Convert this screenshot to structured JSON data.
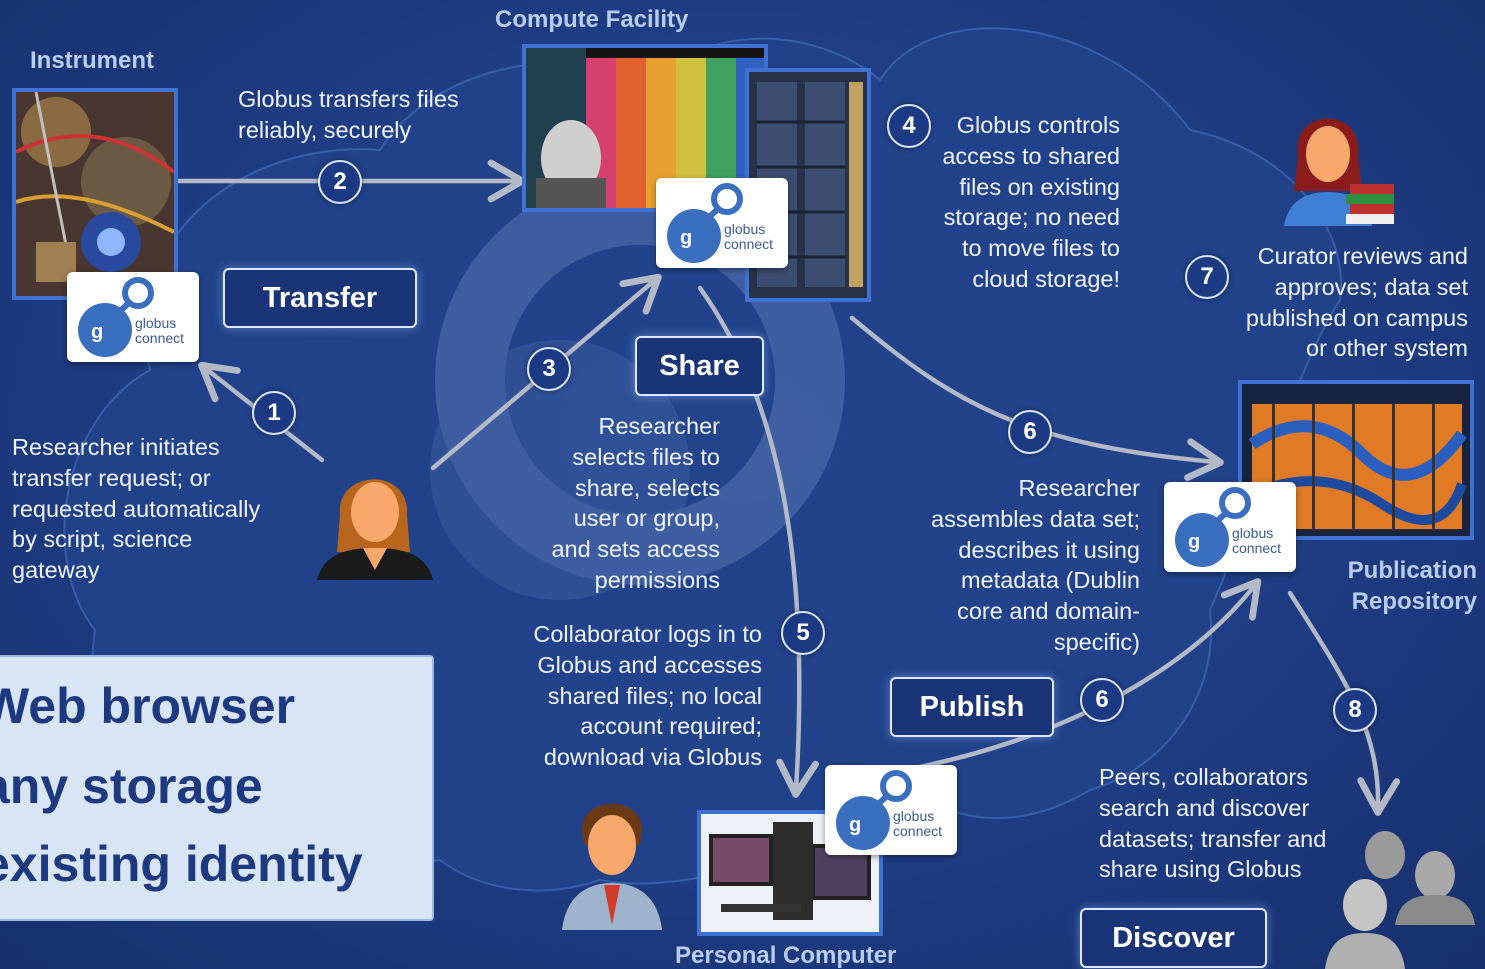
{
  "nodes": {
    "instrument": "Instrument",
    "compute_facility": "Compute Facility",
    "publication_repository_line1": "Publication",
    "publication_repository_line2": "Repository",
    "personal_computer": "Personal Computer"
  },
  "globus_logo": {
    "word1": "globus",
    "word2": "connect"
  },
  "actions": {
    "transfer": "Transfer",
    "share": "Share",
    "publish": "Publish",
    "discover": "Discover"
  },
  "steps": {
    "n1": "1",
    "n2": "2",
    "n3": "3",
    "n4": "4",
    "n5": "5",
    "n6a": "6",
    "n6b": "6",
    "n7": "7",
    "n8": "8"
  },
  "notes": {
    "step2": [
      "Globus transfers files",
      "reliably, securely"
    ],
    "step1": [
      "Researcher initiates",
      "transfer request; or",
      "requested automatically",
      "by script, science",
      "gateway"
    ],
    "step3": [
      "Researcher",
      "selects files to",
      "share, selects",
      "user or group,",
      "and sets access",
      "permissions"
    ],
    "step4": [
      "Globus controls",
      "access to shared",
      "files on existing",
      "storage; no need",
      "to move files to",
      "cloud storage!"
    ],
    "step5": [
      "Collaborator logs in to",
      "Globus and accesses",
      "shared files; no local",
      "account required;",
      "download via Globus"
    ],
    "step6": [
      "Researcher",
      "assembles data set;",
      "describes it using",
      "metadata (Dublin",
      "core and domain-",
      "specific)"
    ],
    "step7": [
      "Curator reviews and",
      "approves; data set",
      "published on campus",
      "or other system"
    ],
    "step8": [
      "Peers, collaborators",
      "search and discover",
      "datasets; transfer and",
      "share using Globus"
    ]
  },
  "web_box": {
    "line1": "Web browser",
    "line2": "any storage",
    "line3": "existing identity"
  },
  "colors": {
    "background": "#1f3c82",
    "accent": "#3f72d3",
    "title": "#b9cdf2",
    "box": "#d8e5f7"
  }
}
